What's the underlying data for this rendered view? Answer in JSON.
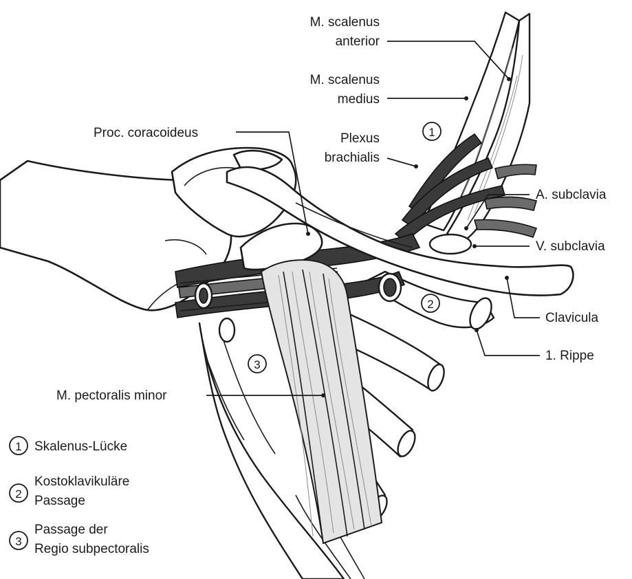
{
  "labels": {
    "scalenus_anterior_line1": "M. scalenus",
    "scalenus_anterior_line2": "anterior",
    "scalenus_medius_line1": "M. scalenus",
    "scalenus_medius_line2": "medius",
    "plexus_line1": "Plexus",
    "plexus_line2": "brachialis",
    "coracoideus": "Proc. coracoideus",
    "a_subclavia": "A. subclavia",
    "v_subclavia": "V. subclavia",
    "clavicula": "Clavicula",
    "rippe": "1. Rippe",
    "pectoralis": "M. pectoralis minor"
  },
  "markers": {
    "one": "1",
    "two": "2",
    "three": "3"
  },
  "legend": {
    "item1_marker": "1",
    "item1_line1": "Skalenus-Lücke",
    "item2_marker": "2",
    "item2_line1": "Kostoklavikuläre",
    "item2_line2": "Passage",
    "item3_marker": "3",
    "item3_line1": "Passage der",
    "item3_line2": "Regio subpectoralis"
  },
  "colors": {
    "ink": "#1b1b1b",
    "background": "#ffffff",
    "shading": "#3a3a3a"
  }
}
